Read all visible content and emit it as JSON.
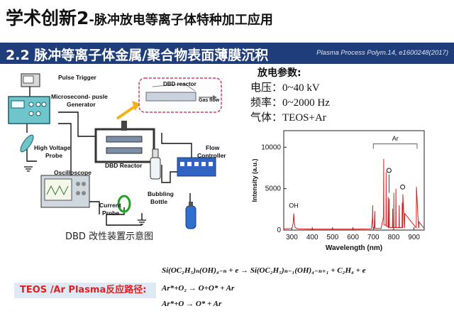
{
  "title": {
    "prefix": "学术创新2",
    "rest": "-脉冲放电等离子体特种加工应用"
  },
  "section": {
    "heading": "2.2 脉冲等离子体金属/聚合物表面薄膜沉积",
    "citation": "Plasma Process Polym.14, e1600248(2017)"
  },
  "parameters": {
    "heading": "放电参数:",
    "voltage": "电压：0~40 kV",
    "frequency": "频率：0~2000 Hz",
    "gas": "气体：TEOS+Ar"
  },
  "setup": {
    "labels": {
      "pulse_trigger": "Pulse Trigger",
      "generator_line1": "Microsecond- pusle",
      "generator_line2": "Generator",
      "hv_probe_line1": "High Voltage",
      "hv_probe_line2": "Probe",
      "oscilloscope": "Oscilloscope",
      "dbd_reactor": "DBD Reactor",
      "current_probe_line1": "Current",
      "current_probe_line2": "Probe",
      "bubbling_line1": "Bubbling",
      "bubbling_line2": "Bottle",
      "flow_line1": "Flow",
      "flow_line2": "Controller",
      "inset_reactor": "DBD reactor",
      "inset_gas": "Gas flow"
    },
    "caption": "DBD 改性装置示意图"
  },
  "chart_data": {
    "type": "line",
    "xlabel": "Wavelength (nm)",
    "ylabel": "Intensity (a.u.)",
    "xlim": [
      260,
      950
    ],
    "ylim": [
      0,
      12000
    ],
    "xticks": [
      300,
      400,
      500,
      600,
      700,
      800,
      900
    ],
    "yticks": [
      0,
      5000,
      10000
    ],
    "annotations": [
      "OH",
      "Ar",
      "O",
      "O"
    ],
    "series": [
      {
        "x": [
          260,
          300,
          306,
          309,
          312,
          316,
          330,
          400,
          500,
          600,
          690,
          696,
          697,
          698,
          704,
          706,
          707,
          708,
          738,
          750,
          751,
          752,
          762,
          763,
          764,
          772,
          773,
          774,
          777,
          778,
          779,
          794,
          795,
          796,
          800,
          801,
          802,
          810,
          811,
          812,
          826,
          827,
          828,
          841,
          842,
          843,
          844,
          845,
          852,
          853,
          854,
          910,
          911,
          912,
          922,
          923,
          924,
          950
        ],
        "y": [
          150,
          200,
          800,
          2000,
          900,
          300,
          150,
          120,
          120,
          120,
          150,
          1500,
          3000,
          300,
          200,
          1500,
          2300,
          200,
          200,
          1600,
          8600,
          600,
          600,
          7000,
          500,
          400,
          4000,
          300,
          400,
          3800,
          300,
          300,
          2600,
          300,
          300,
          4500,
          300,
          300,
          5000,
          300,
          300,
          3000,
          300,
          300,
          3300,
          300,
          300,
          4300,
          300,
          300,
          2000,
          300,
          300,
          5200,
          300,
          300,
          1000,
          200
        ]
      }
    ]
  },
  "reaction": {
    "label": "TEOS /Ar Plasma反应路径:",
    "equations": [
      "Si(OC₂H₅)ₙ(OH)₄₋ₙ + e → Si(OC₂H₅)ₙ₋₁(OH)₄₋ₙ₊₁ + C₂H₄ + e",
      "Ar*+O₂ → O+O* + Ar",
      "Ar*+O → O* + Ar"
    ]
  },
  "colors": {
    "band": "#1f3d7a",
    "spectrum": "#d42020",
    "route_text": "#e01f1f",
    "arrow_yellow": "#f2b21a",
    "inset_border": "#d04060"
  }
}
